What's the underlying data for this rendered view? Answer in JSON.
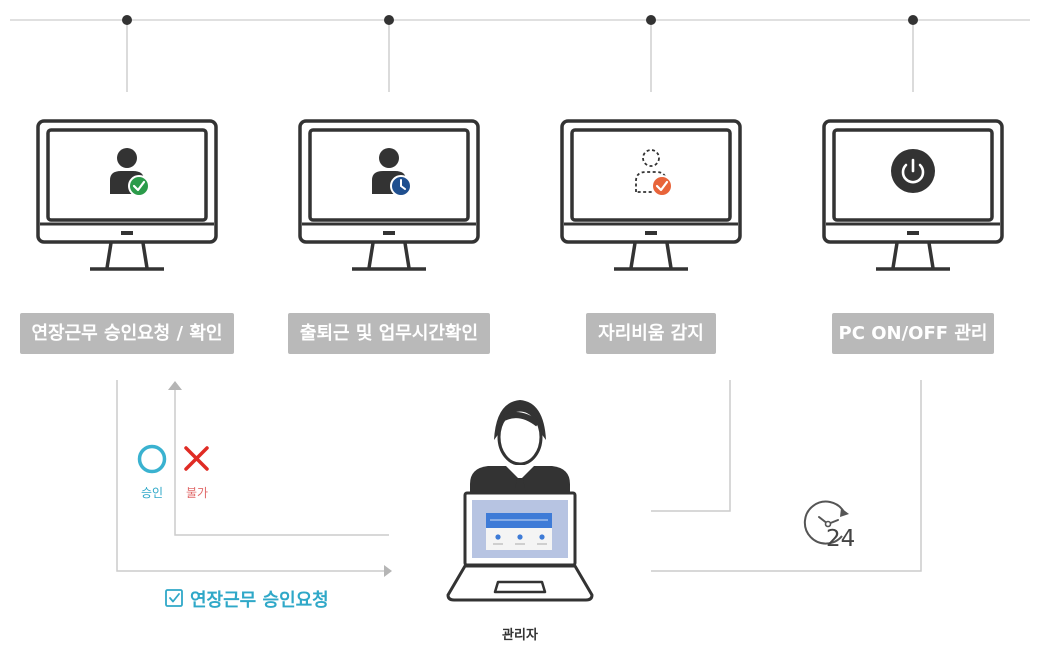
{
  "features": [
    {
      "label": "연장근무 승인요청 / 확인",
      "icon": "user-check-icon"
    },
    {
      "label": "출퇴근 및 업무시간확인",
      "icon": "user-clock-icon"
    },
    {
      "label": "자리비움 감지",
      "icon": "user-away-icon"
    },
    {
      "label": "PC ON/OFF 관리",
      "icon": "power-icon"
    }
  ],
  "approval": {
    "approve": "승인",
    "reject": "불가"
  },
  "request": {
    "label": "연장근무 승인요청",
    "icon": "checkbox-icon"
  },
  "timer": {
    "value": "24",
    "icon": "clock-24-icon"
  },
  "manager": {
    "label": "관리자",
    "icon": "manager-laptop-icon"
  },
  "colors": {
    "line": "#cccccc",
    "pill": "#b9b9b9",
    "accent": "#2fa8c8",
    "reject": "#e02b24",
    "reject_text": "#e06a6a",
    "green": "#2b9b4a",
    "navy": "#1f4f8f",
    "orange": "#e8643a",
    "dark": "#333333"
  }
}
